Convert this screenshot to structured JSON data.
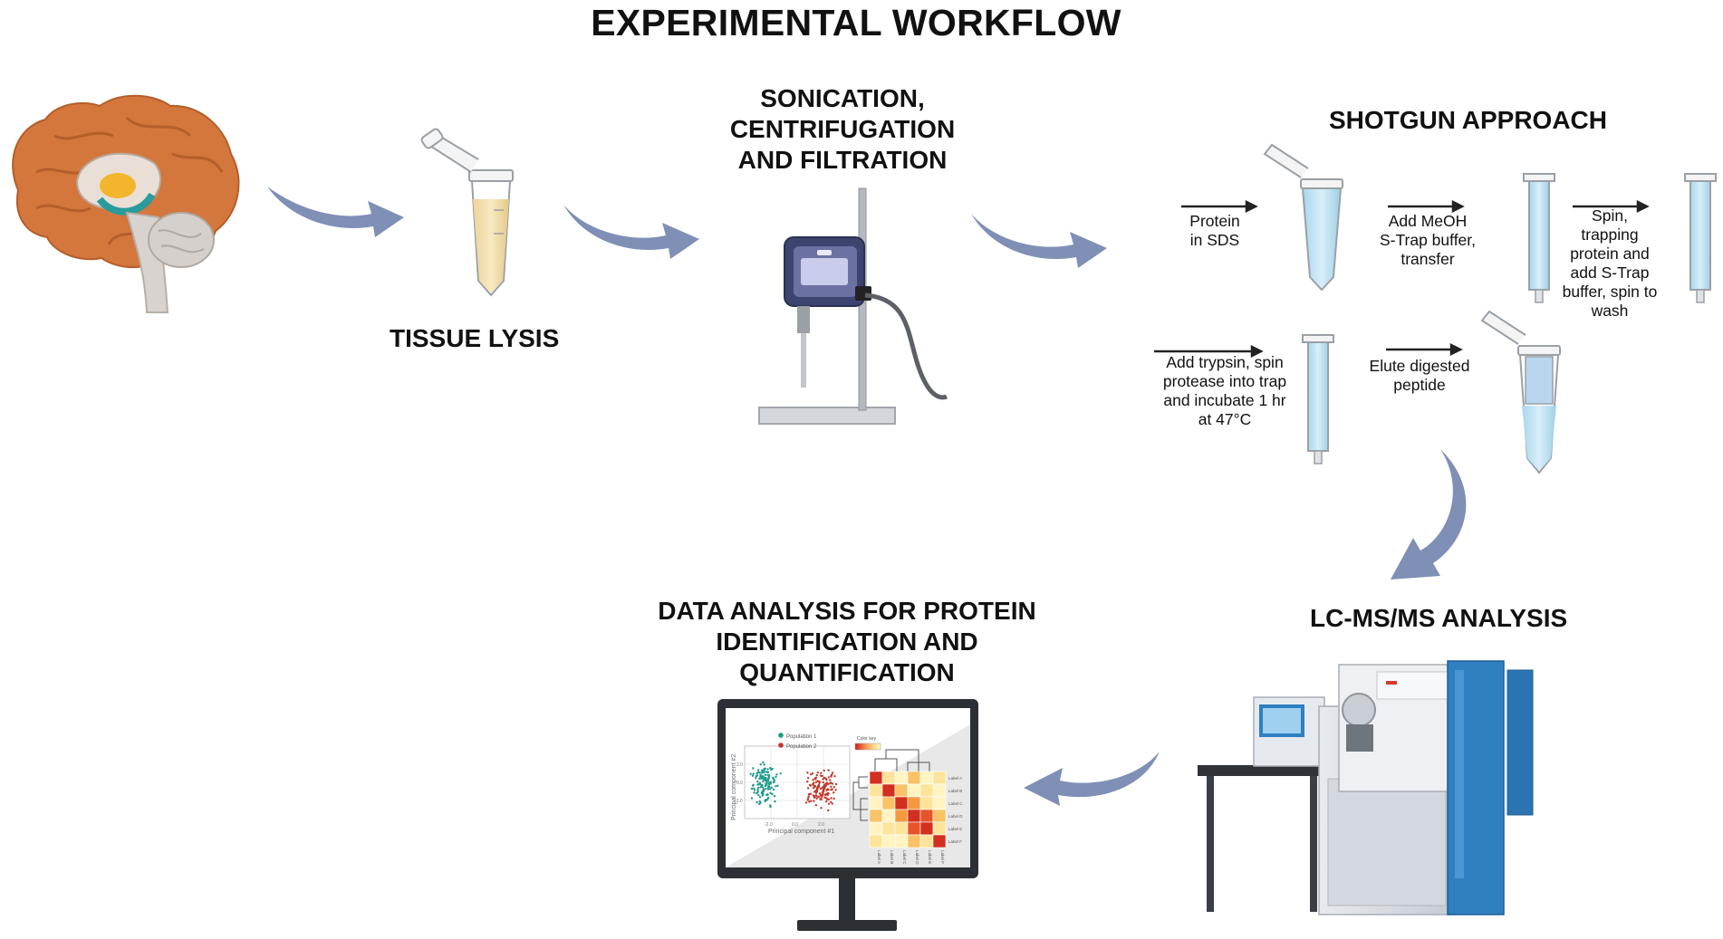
{
  "title": "EXPERIMENTAL WORKFLOW",
  "steps": {
    "tissue_lysis": "TISSUE LYSIS",
    "sonication": [
      "SONICATION,",
      "CENTRIFUGATION",
      "AND FILTRATION"
    ],
    "shotgun": "SHOTGUN APPROACH",
    "lcms": "LC-MS/MS ANALYSIS",
    "data_analysis": [
      "DATA ANALYSIS FOR PROTEIN",
      "IDENTIFICATION AND",
      "QUANTIFICATION"
    ]
  },
  "shotgun_steps": {
    "protein_sds": [
      "Protein",
      "in SDS"
    ],
    "add_meoh": [
      "Add MeOH",
      "S-Trap buffer,",
      "transfer"
    ],
    "spin_trap": [
      "Spin,",
      "trapping",
      "protein and",
      "add S-Trap",
      "buffer, spin to",
      "wash"
    ],
    "add_trypsin": [
      "Add trypsin, spin",
      "protease into trap",
      "and incubate 1 hr",
      "at 47°C"
    ],
    "elute": [
      "Elute digested",
      "peptide"
    ]
  },
  "screen_plot": {
    "legend": [
      "Population 1",
      "Population 2"
    ],
    "colors": {
      "population_1": "#1f9a8a",
      "population_2": "#c0392b"
    },
    "xlabel": "Principal component #1",
    "ylabel": "Principal component #2",
    "y_ticks": [
      "2.0",
      "0.0",
      "-2.0"
    ],
    "x_ticks": [
      "-2.0",
      "0.0",
      "2.0"
    ],
    "color_key": "Color key",
    "heatmap_labels": [
      "Label A",
      "Label B",
      "Label C",
      "Label D",
      "Label E",
      "Label F"
    ]
  },
  "colors": {
    "arrow": "#7f8fb6",
    "brain_cortex": "#d4773d",
    "tube_liquid": "#f3dfa8",
    "buffer_liquid": "#bfe3f2",
    "instrument_blue": "#2f7fc1"
  }
}
